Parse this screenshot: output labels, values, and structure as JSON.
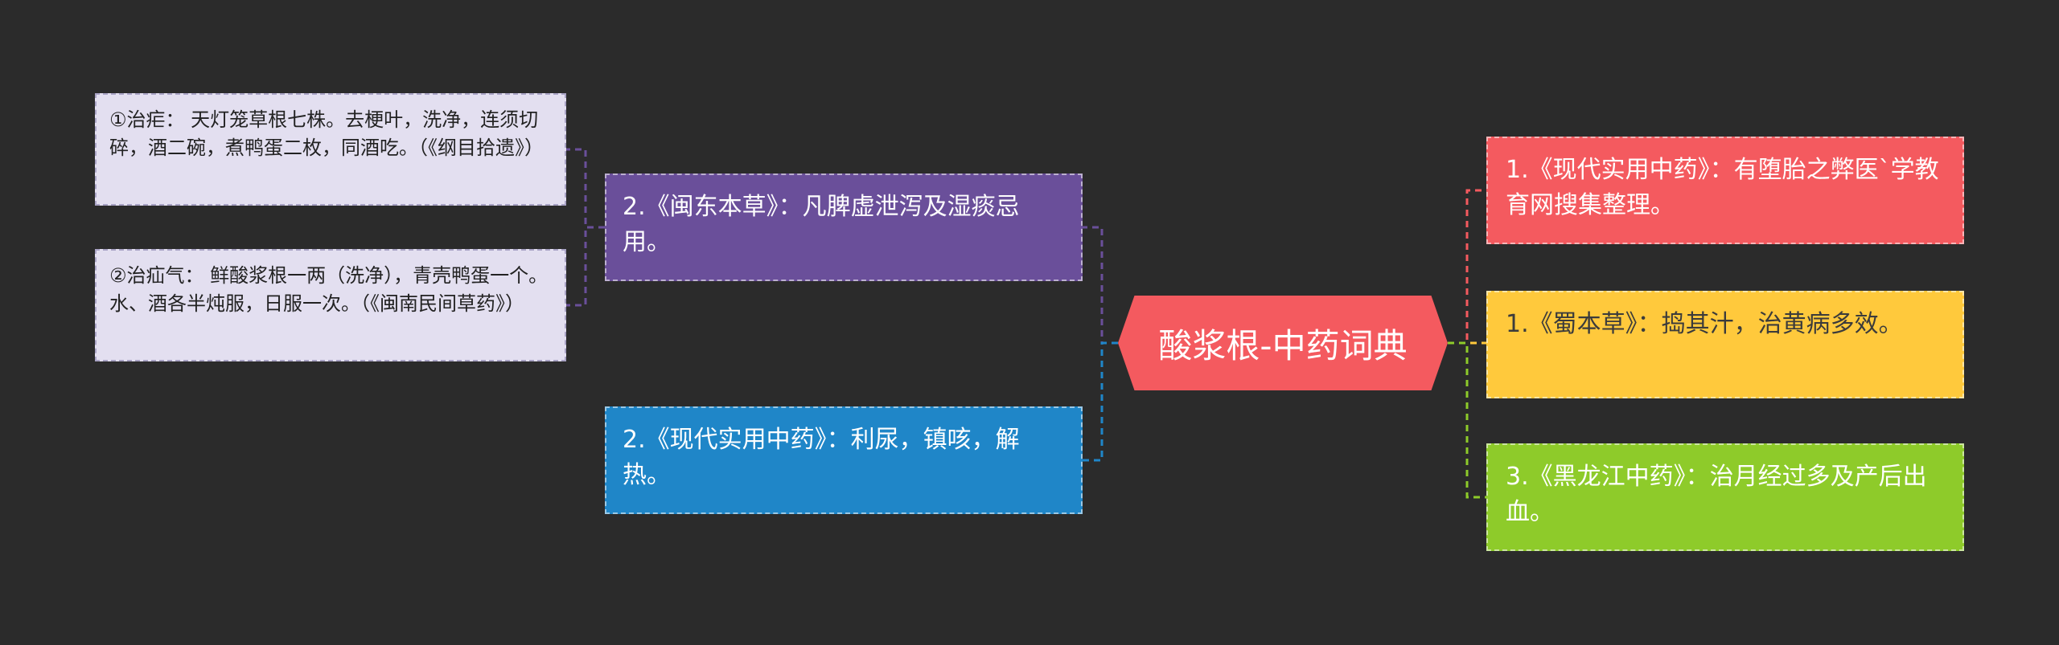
{
  "center": {
    "label": "酸浆根-中药词典",
    "color": "#f45a5f"
  },
  "right_branches": [
    {
      "text": "1.《现代实用中药》：有堕胎之弊医`学教育网搜集整理。",
      "color": "#f45a5f"
    },
    {
      "text": "1.《蜀本草》：捣其汁，治黄病多效。",
      "color": "#ffc93c"
    },
    {
      "text": "3.《黑龙江中药》：治月经过多及产后出血。",
      "color": "#8ecb2a"
    }
  ],
  "left_branches": [
    {
      "text": "2.《闽东本草》：凡脾虚泄泻及湿痰忌用。",
      "color": "#6a4f9a",
      "notes": [
        "①治疟： 天灯笼草根七株。去梗叶，洗净，连须切碎，酒二碗，煮鸭蛋二枚，同酒吃。（《纲目拾遗》）",
        "②治疝气： 鲜酸浆根一两（洗净），青壳鸭蛋一个。水、酒各半炖服，日服一次。（《闽南民间草药》）"
      ]
    },
    {
      "text": "2.《现代实用中药》：利尿，镇咳，解热。",
      "color": "#1f86c8"
    }
  ]
}
